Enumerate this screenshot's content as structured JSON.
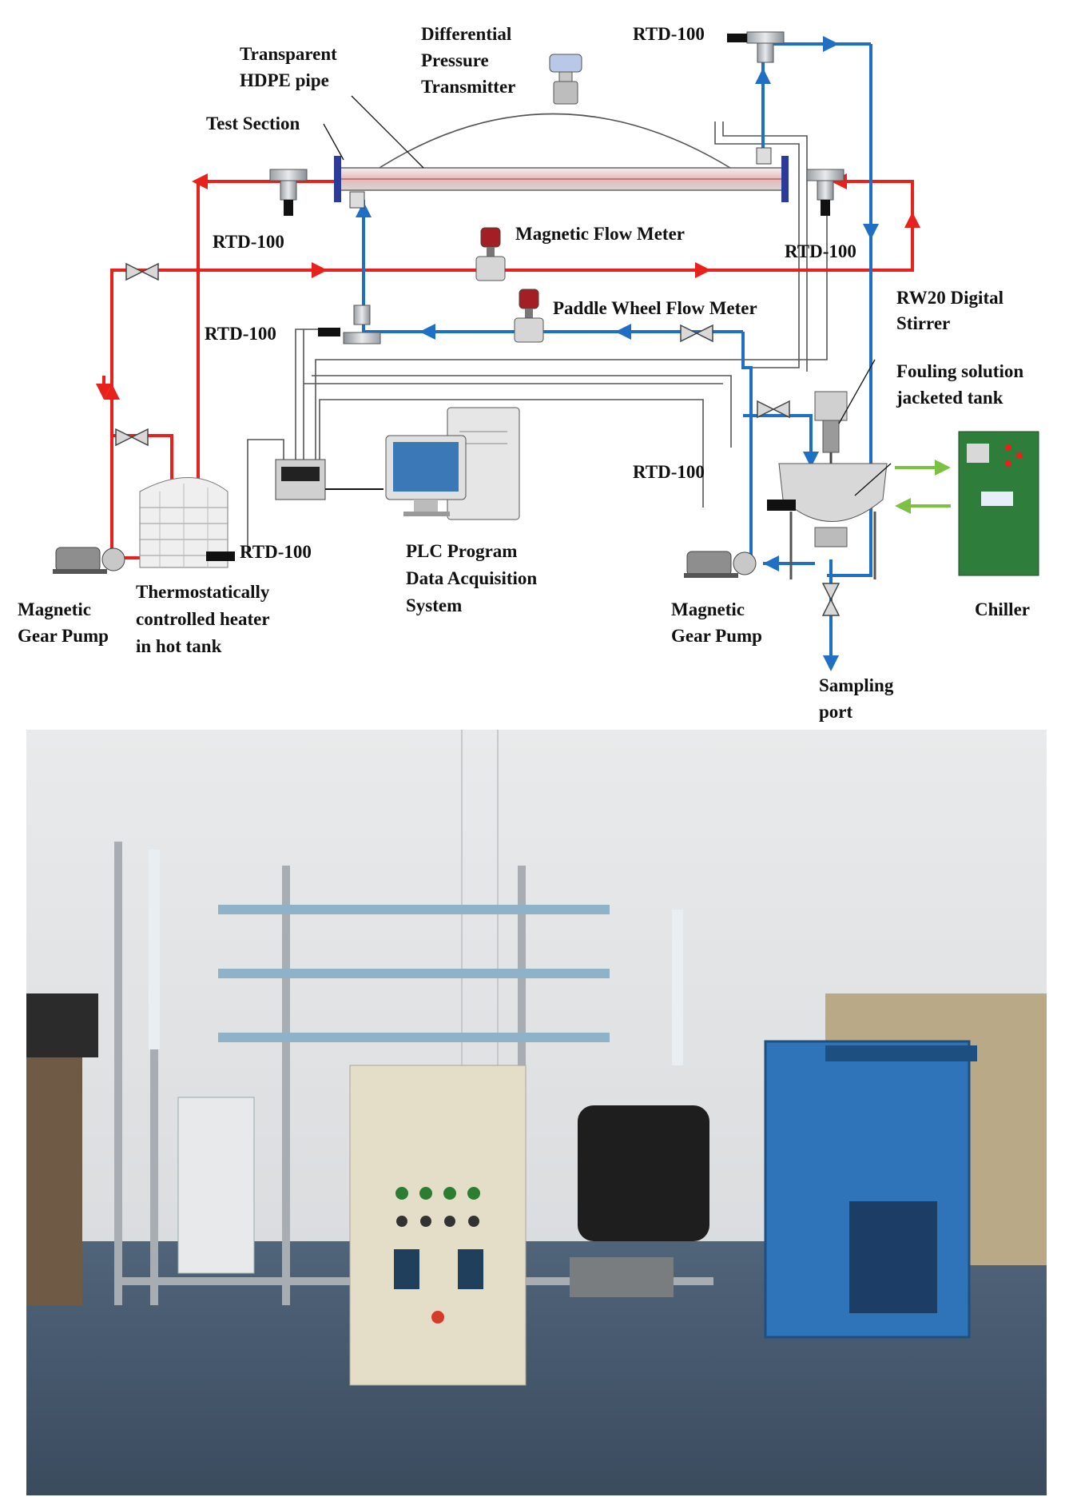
{
  "labels": {
    "transparent_pipe_1": "Transparent",
    "transparent_pipe_2": "HDPE pipe",
    "dpt_1": "Differential",
    "dpt_2": "Pressure",
    "dpt_3": "Transmitter",
    "rtd_top_right": "RTD-100",
    "test_section": "Test Section",
    "rtd_left_upper": "RTD-100",
    "magnetic_flow_meter": "Magnetic Flow Meter",
    "rtd_right_upper": "RTD-100",
    "paddle_wheel_flow_meter": "Paddle Wheel Flow Meter",
    "rw20_1": "RW20 Digital",
    "rw20_2": "Stirrer",
    "rtd_left_lower": "RTD-100",
    "fouling_1": "Fouling solution",
    "fouling_2": "jacketed tank",
    "rtd_right_lower": "RTD-100",
    "rtd_hot_tank": "RTD-100",
    "plc_1": "PLC Program",
    "plc_2": "Data Acquisition",
    "plc_3": "System",
    "mgp_left_1": "Magnetic",
    "mgp_left_2": "Gear Pump",
    "heater_1": "Thermostatically",
    "heater_2": "controlled heater",
    "heater_3": "in hot tank",
    "mgp_right_1": "Magnetic",
    "mgp_right_2": "Gear Pump",
    "chiller": "Chiller",
    "sampling_1": "Sampling",
    "sampling_2": "port"
  },
  "colors": {
    "hot_line": "#e8211d",
    "cold_line": "#1f6fc4",
    "chiller_green": "#2f7d3a",
    "chiller_arrow": "#7cc242"
  }
}
